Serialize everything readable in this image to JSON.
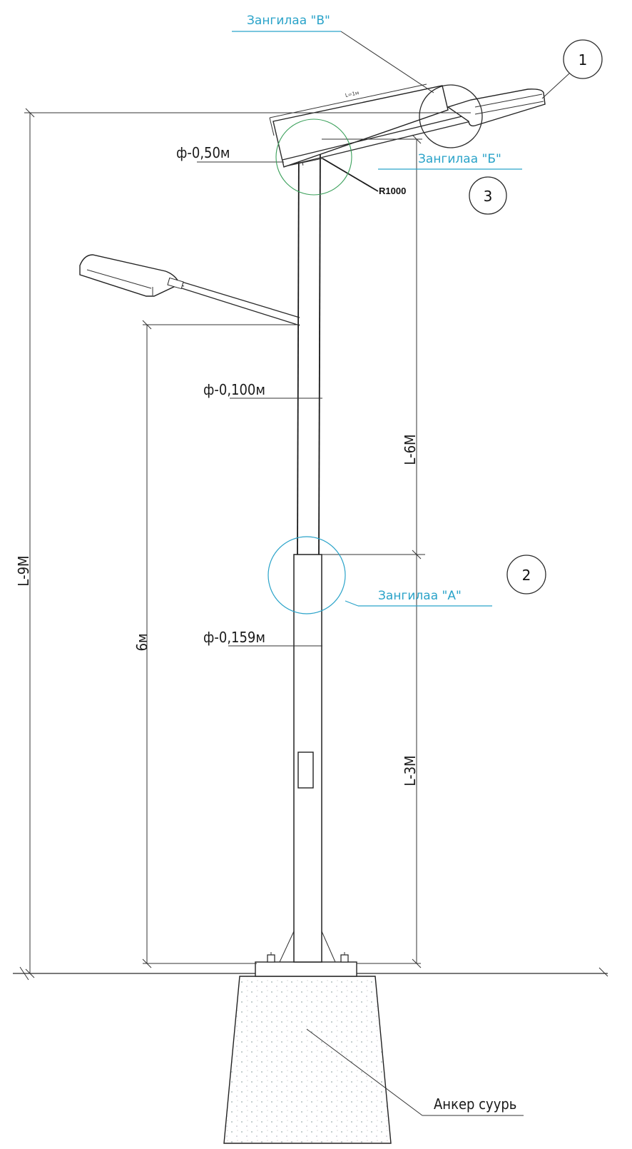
{
  "labels": {
    "detail_v": "Зангилаа \"В\"",
    "detail_b": "Зангилаа \"Б\"",
    "detail_a": "Зангилаа \"А\"",
    "dia_top": "ф-0,50м",
    "dia_mid": "ф-0,100м",
    "dia_bottom": "ф-0,159м",
    "radius": "R1000",
    "arm_length": "L=1м",
    "total_height": "L-9М",
    "upper_height": "L-6М",
    "lower_height": "L-3М",
    "arm_height": "6м",
    "anchor": "Анкер суурь"
  },
  "callouts": {
    "c1": "1",
    "c2": "2",
    "c3": "3"
  },
  "colors": {
    "line": "#2a2a2a",
    "detail": "#2aa3c9",
    "detail_circle_b": "#3aa05a"
  }
}
